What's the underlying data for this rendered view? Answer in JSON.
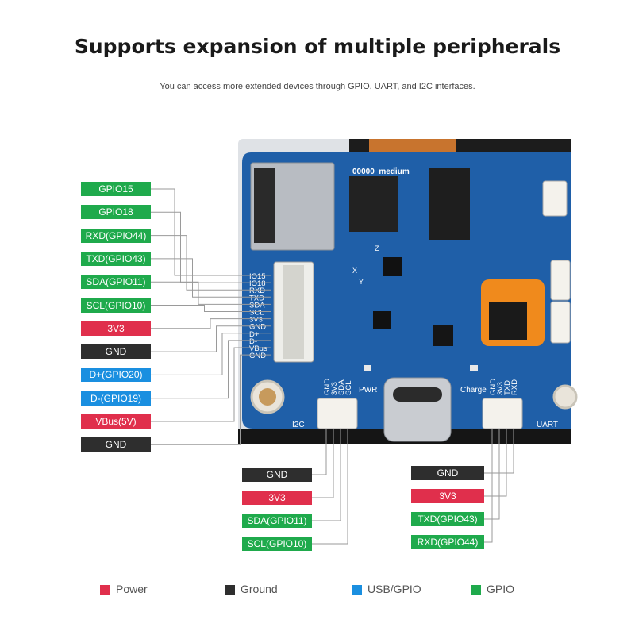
{
  "title": "Supports expansion of multiple peripherals",
  "subtitle": "You can access more extended devices through GPIO, UART, and I2C interfaces.",
  "colors": {
    "power": "#e02f4c",
    "ground": "#2e2e2e",
    "usb": "#1a8fe0",
    "gpio": "#1faa4c",
    "board": "#1f5fa8"
  },
  "board": {
    "silk": {
      "left_header": [
        "IO15",
        "IO18",
        "RXD",
        "TXD",
        "SDA",
        "SCL",
        "3V3",
        "GND",
        "D+",
        "D-",
        "VBus",
        "GND"
      ],
      "i2c_pins": [
        "GND",
        "3V3",
        "SDA",
        "SCL"
      ],
      "uart_pins": [
        "GND",
        "3V3",
        "TXD",
        "RXD"
      ],
      "i2c": "I2C",
      "uart": "UART",
      "pwr": "PWR",
      "charge": "Charge",
      "chip_text": "00000_medium",
      "axis_x": "X",
      "axis_y": "Y",
      "axis_z": "Z"
    }
  },
  "left_pins": [
    {
      "label": "GPIO15",
      "type": "gpio"
    },
    {
      "label": "GPIO18",
      "type": "gpio"
    },
    {
      "label": "RXD(GPIO44)",
      "type": "gpio"
    },
    {
      "label": "TXD(GPIO43)",
      "type": "gpio"
    },
    {
      "label": "SDA(GPIO11)",
      "type": "gpio"
    },
    {
      "label": "SCL(GPIO10)",
      "type": "gpio"
    },
    {
      "label": "3V3",
      "type": "power"
    },
    {
      "label": "GND",
      "type": "ground"
    },
    {
      "label": "D+(GPIO20)",
      "type": "usb"
    },
    {
      "label": "D-(GPIO19)",
      "type": "usb"
    },
    {
      "label": "VBus(5V)",
      "type": "power"
    },
    {
      "label": "GND",
      "type": "ground"
    }
  ],
  "i2c_pins": [
    {
      "label": "GND",
      "type": "ground"
    },
    {
      "label": "3V3",
      "type": "power"
    },
    {
      "label": "SDA(GPIO11)",
      "type": "gpio"
    },
    {
      "label": "SCL(GPIO10)",
      "type": "gpio"
    }
  ],
  "uart_pins": [
    {
      "label": "GND",
      "type": "ground"
    },
    {
      "label": "3V3",
      "type": "power"
    },
    {
      "label": "TXD(GPIO43)",
      "type": "gpio"
    },
    {
      "label": "RXD(GPIO44)",
      "type": "gpio"
    }
  ],
  "legend": [
    {
      "label": "Power",
      "type": "power"
    },
    {
      "label": "Ground",
      "type": "ground"
    },
    {
      "label": "USB/GPIO",
      "type": "usb"
    },
    {
      "label": "GPIO",
      "type": "gpio"
    }
  ]
}
